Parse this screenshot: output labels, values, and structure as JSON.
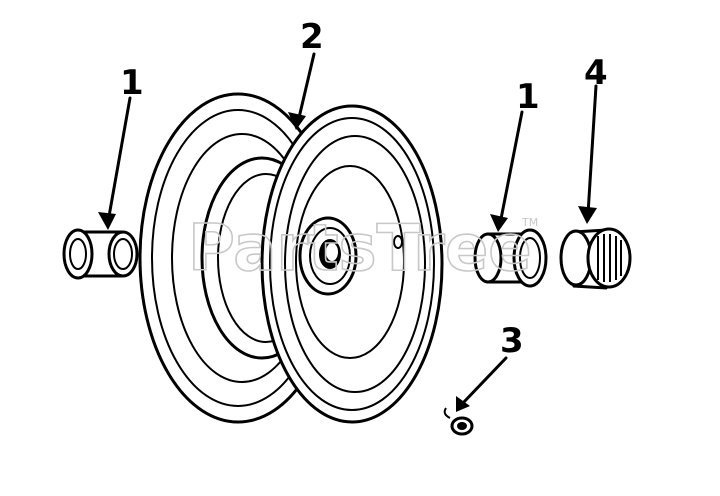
{
  "diagram": {
    "callouts": {
      "bushing_left": "1",
      "pulley": "2",
      "bushing_right": "1",
      "small_part": "3",
      "bearing": "4"
    },
    "watermark": {
      "text": "PartsTree",
      "trademark": "TM"
    },
    "colors": {
      "ink": "#000000",
      "background": "#ffffff",
      "watermark": "#c8c8c8"
    }
  }
}
